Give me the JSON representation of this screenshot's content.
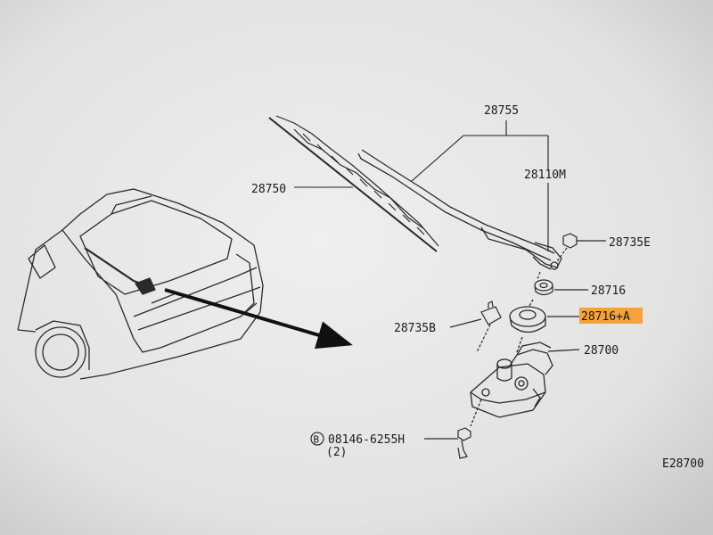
{
  "diagram_code": "E28700",
  "colors": {
    "paper": "#ecebea",
    "ink": "#1e1e1e",
    "highlight": "#f3a33a"
  },
  "labels": {
    "arm_assembly": "28755",
    "arm": "28110M",
    "blade": "28750",
    "nut_e": "28735E",
    "bushing": "28716",
    "bushing_a": "28716+A",
    "clip_b": "28735B",
    "motor": "28700",
    "bolt_circle": "B",
    "bolt": "08146-6255H",
    "bolt_qty": "(2)"
  },
  "highlighted_label": "28716+A"
}
